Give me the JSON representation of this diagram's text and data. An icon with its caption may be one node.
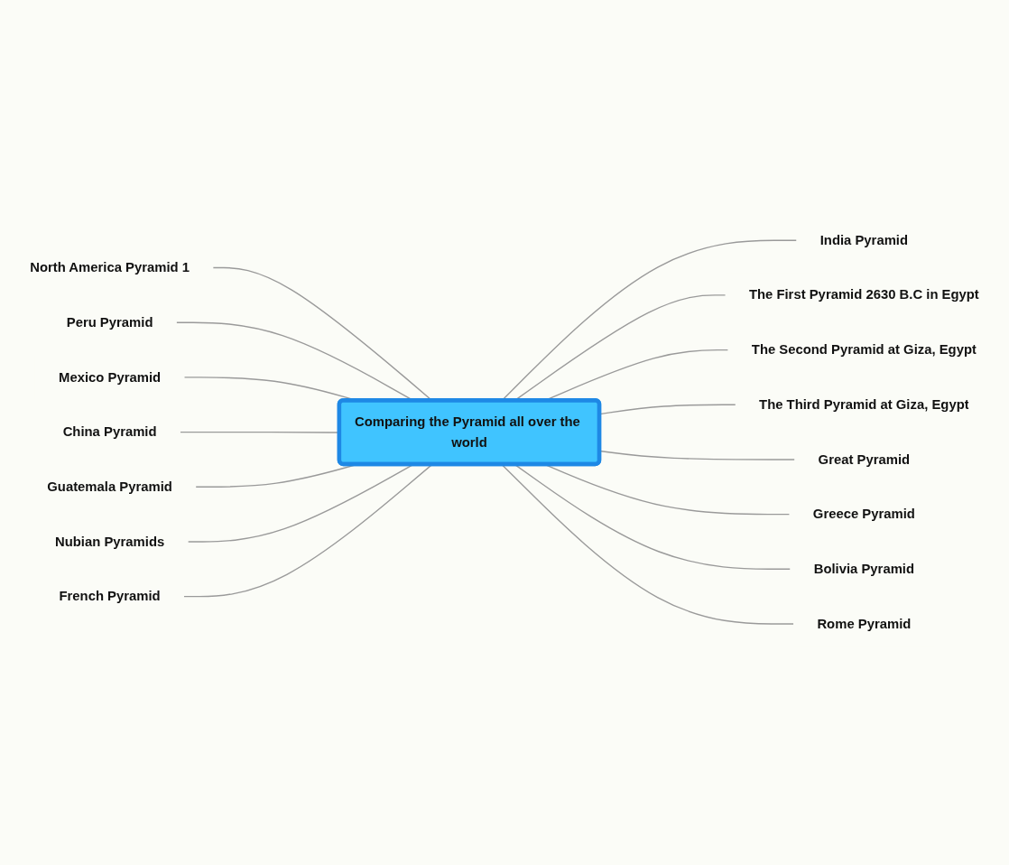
{
  "diagram": {
    "nodes": [
      {
        "text": [
          "Comparing the Pyramid all over the world"
        ]
      },
      {
        "text": [
          "India Pyramid"
        ]
      },
      {
        "text": [
          "The First Pyramid 2630 B.C in Egypt"
        ]
      },
      {
        "text": [
          "The Second Pyramid at Giza, Egypt"
        ]
      },
      {
        "text": [
          "The Third Pyramid at Giza, Egypt"
        ]
      },
      {
        "text": [
          "Great Pyramid"
        ]
      },
      {
        "text": [
          "Greece Pyramid"
        ]
      },
      {
        "text": [
          "Bolivia Pyramid"
        ]
      },
      {
        "text": [
          "Rome Pyramid"
        ]
      },
      {
        "text": [
          "North America Pyramid"
        ],
        "beside": [
          "1"
        ]
      },
      {
        "text": [
          "Peru Pyramid"
        ]
      },
      {
        "text": [
          "Mexico Pyramid"
        ]
      },
      {
        "text": [
          "China Pyramid"
        ]
      },
      {
        "text": [
          "Guatemala Pyramid"
        ]
      },
      {
        "text": [
          "Nubian Pyramids"
        ]
      },
      {
        "text": [
          "French Pyramid"
        ]
      }
    ],
    "edges": [
      {
        "from": 0,
        "to": 1,
        "arrow": "none"
      },
      {
        "from": 0,
        "to": 2,
        "arrow": "none"
      },
      {
        "from": 0,
        "to": 3,
        "arrow": "none"
      },
      {
        "from": 0,
        "to": 4,
        "arrow": "none"
      },
      {
        "from": 0,
        "to": 5,
        "arrow": "none"
      },
      {
        "from": 0,
        "to": 6,
        "arrow": "none"
      },
      {
        "from": 0,
        "to": 7,
        "arrow": "none"
      },
      {
        "from": 0,
        "to": 8,
        "arrow": "none"
      },
      {
        "from": 0,
        "to": 9,
        "arrow": "none"
      },
      {
        "from": 0,
        "to": 10,
        "arrow": "none"
      },
      {
        "from": 0,
        "to": 11,
        "arrow": "none"
      },
      {
        "from": 0,
        "to": 12,
        "arrow": "none"
      },
      {
        "from": 0,
        "to": 13,
        "arrow": "none"
      },
      {
        "from": 0,
        "to": 14,
        "arrow": "none"
      },
      {
        "from": 0,
        "to": 15,
        "arrow": "none"
      }
    ]
  }
}
